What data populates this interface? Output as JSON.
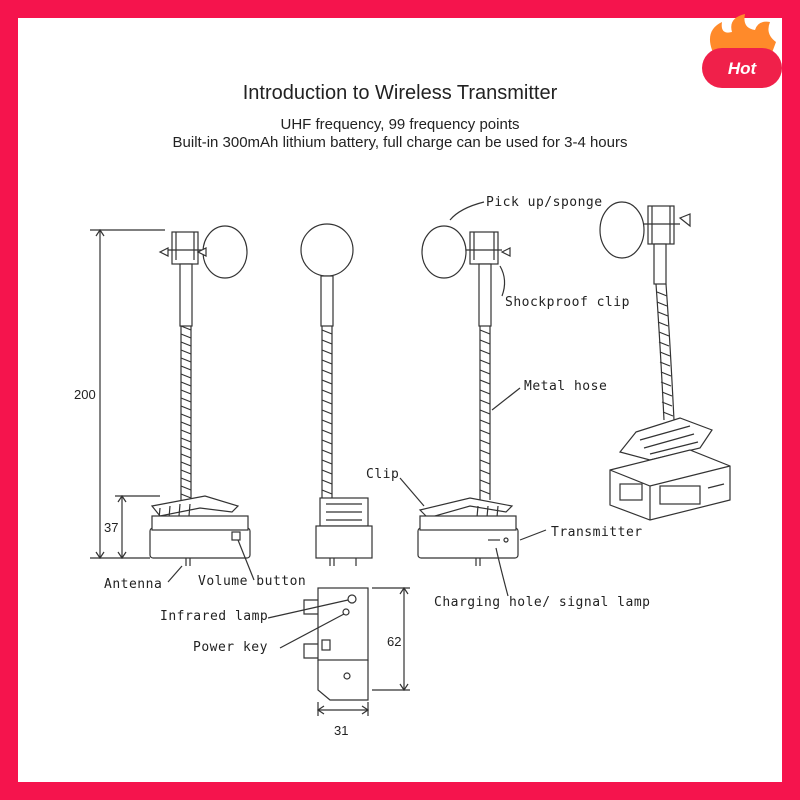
{
  "title": "Introduction to Wireless Transmitter",
  "subtitle_line1": "UHF frequency, 99 frequency points",
  "subtitle_line2": "Built-in 300mAh lithium battery, full charge can be used for 3-4 hours",
  "badge": "Hot",
  "colors": {
    "frame": "#f5144d",
    "badge": "#f0204a",
    "flame": "#ff8a2a",
    "line": "#333333"
  },
  "labels": {
    "pickup": "Pick up/sponge",
    "shockproof": "Shockproof clip",
    "metal_hose": "Metal hose",
    "clip": "Clip",
    "transmitter": "Transmitter",
    "charging": "Charging hole/ signal lamp",
    "antenna": "Antenna",
    "volume": "Volume button",
    "infrared": "Infrared lamp",
    "power": "Power key"
  },
  "dimensions": {
    "height_total": "200",
    "height_base": "37",
    "width_bottom": "31",
    "height_side": "62"
  }
}
